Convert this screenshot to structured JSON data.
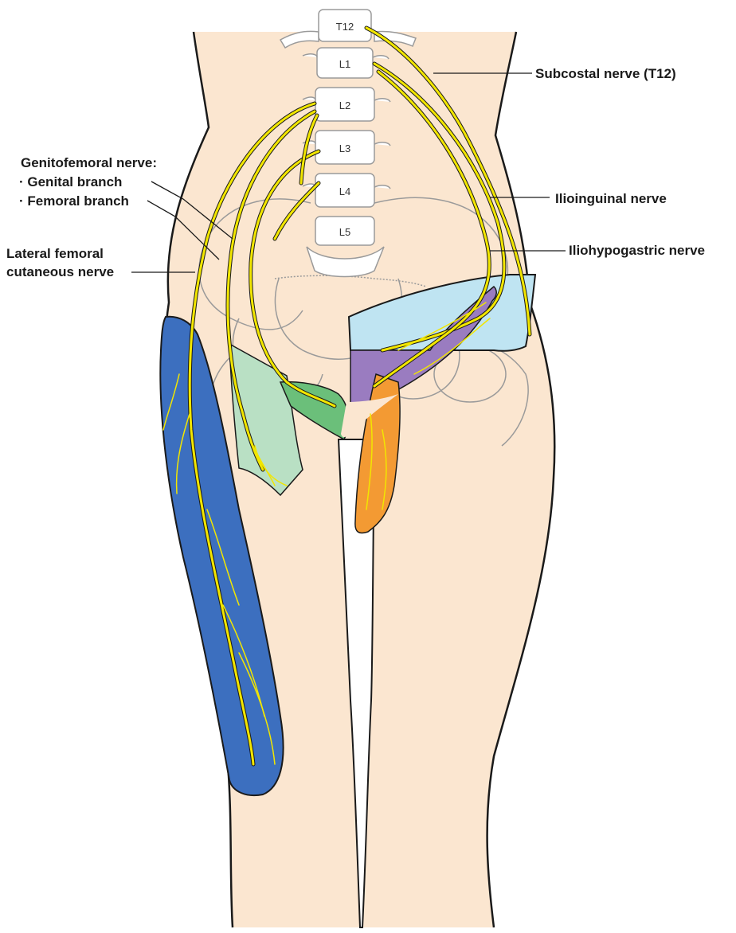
{
  "labels": {
    "vertebrae": [
      "T12",
      "L1",
      "L2",
      "L3",
      "L4",
      "L5"
    ],
    "subcostal": "Subcostal nerve (T12)",
    "genitofemoral_title": "Genitofemoral nerve:",
    "genital_branch": "· Genital branch",
    "femoral_branch": "· Femoral branch",
    "lateral_femoral_line1": "Lateral femoral",
    "lateral_femoral_line2": "cutaneous nerve",
    "ilioinguinal": "Ilioinguinal nerve",
    "iliohypogastric": "Iliohypogastric nerve"
  },
  "colors": {
    "skin": "#fbe6d0",
    "outline": "#1a1a1a",
    "nerve": "#f2e600",
    "bone": "#ffffff",
    "bone_outline": "#9a9a9a",
    "lateral_femoral_cutaneous_region": "#3c6fbf",
    "femoral_branch_region": "#b9e0c4",
    "genital_branch_region": "#6bbf7a",
    "iliohypogastric_region": "#bfe4f2",
    "ilioinguinal_region": "#9a7cc0",
    "obturator_region": "#f39a33"
  }
}
